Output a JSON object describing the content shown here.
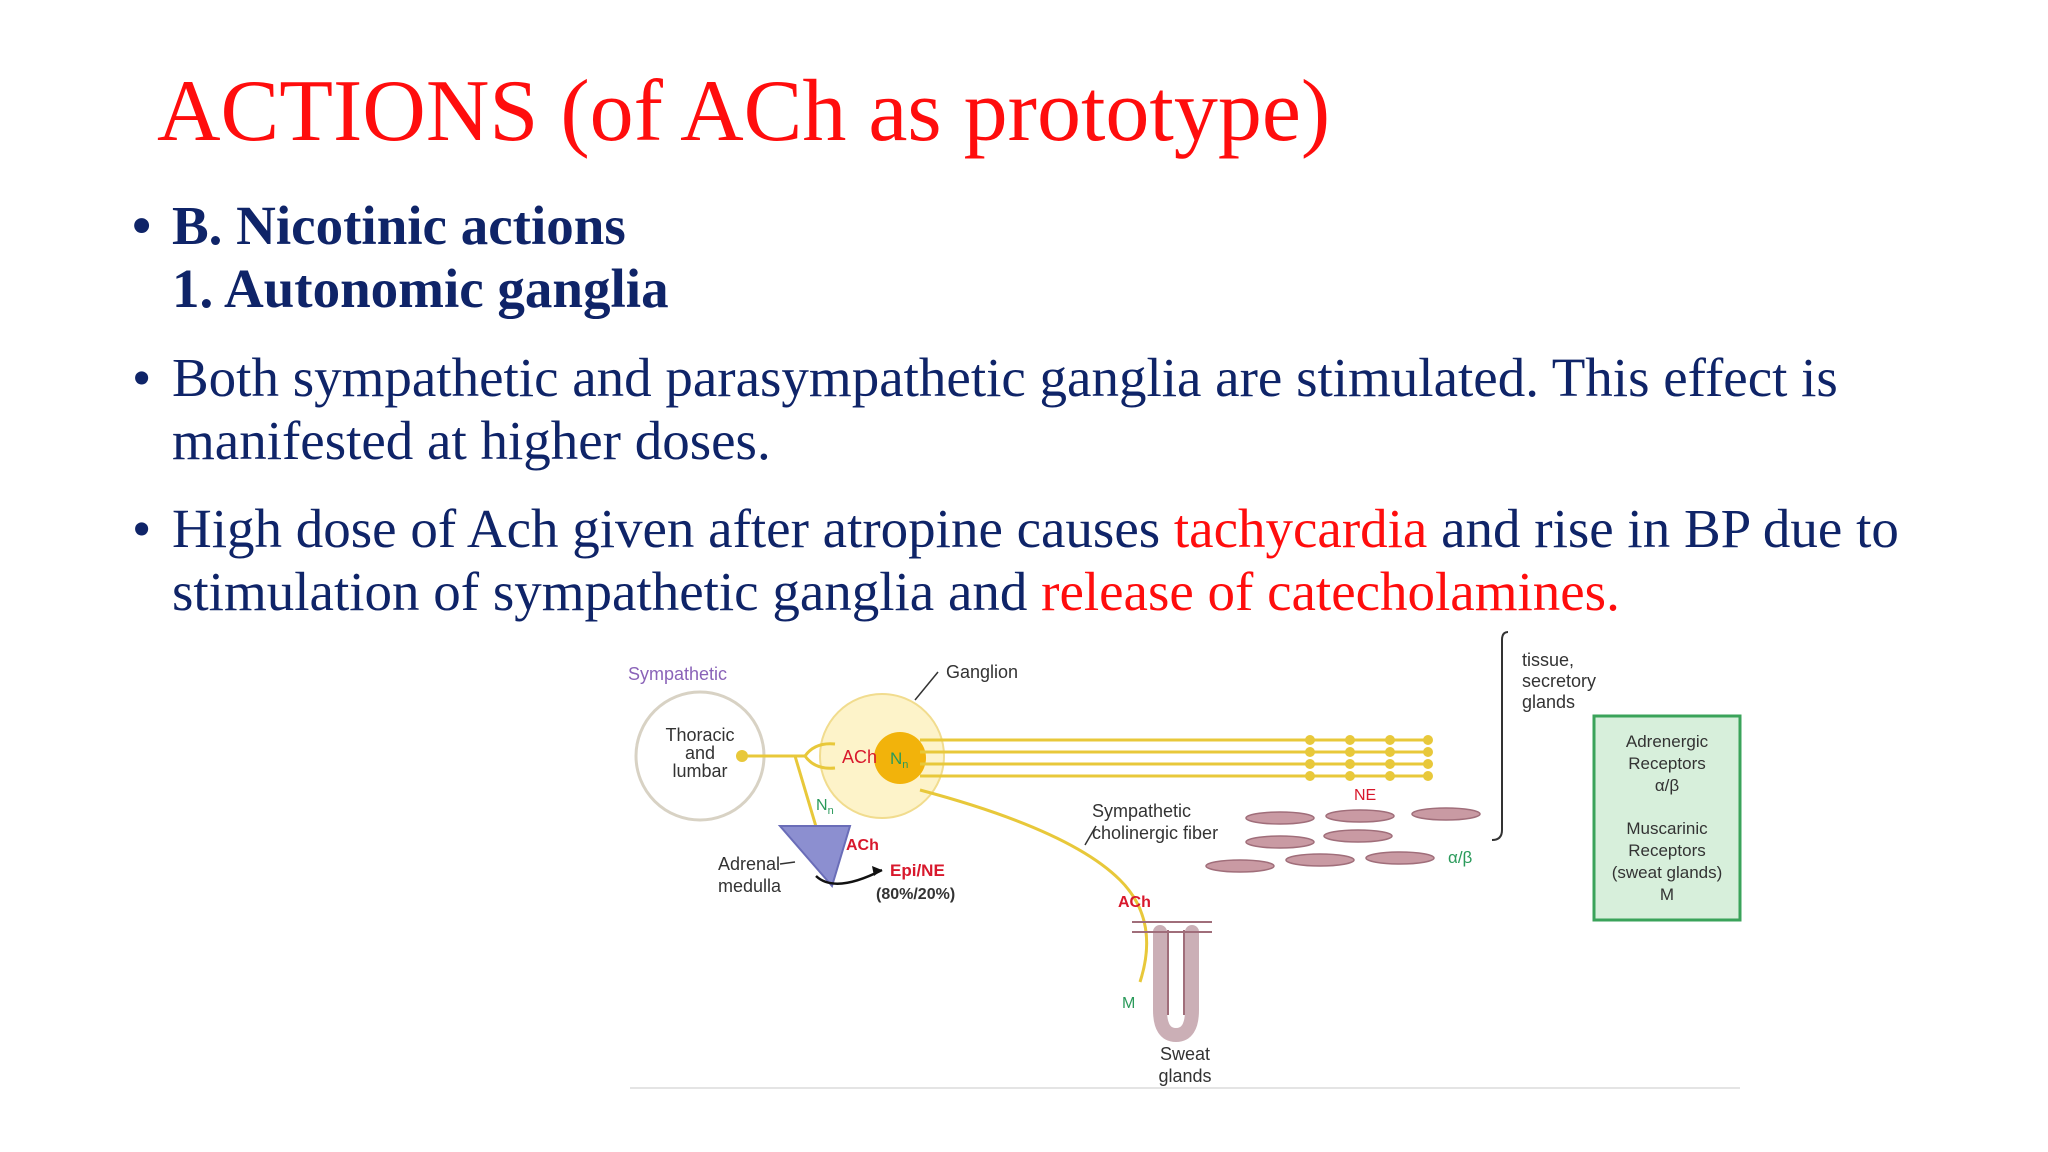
{
  "slide": {
    "title": "ACTIONS (of ACh as prototype)",
    "bullets": {
      "b1": {
        "marker": "•",
        "line1": "B. Nicotinic actions",
        "line2": "1. Autonomic ganglia"
      },
      "b2": {
        "marker": "•",
        "text": "Both sympathetic and parasympathetic ganglia are stimulated. This effect is manifested at higher doses."
      },
      "b3": {
        "marker": "•",
        "t1": "High dose of Ach given after atropine causes ",
        "t2": "tachycardia",
        "t3": " and rise in BP due to stimulation of sympathetic ganglia and ",
        "t4": "release of catecholamines."
      }
    }
  },
  "figure": {
    "sympathetic": "Sympathetic",
    "thoracic": [
      "Thoracic",
      "and",
      "lumbar"
    ],
    "ganglion": "Ganglion",
    "ach_ganglion": "ACh",
    "nn": "N",
    "nn_sub": "n",
    "nn_label": "N",
    "nn_label_sub": "n",
    "ach_adrenal": "ACh",
    "adrenal": [
      "Adrenal",
      "medulla"
    ],
    "epi_ne": "Epi/NE",
    "percent": "(80%/20%)",
    "symp_chol": [
      "Sympathetic",
      "cholinergic fiber"
    ],
    "ne": "NE",
    "alpha_beta": "α/β",
    "ach_sweat": "ACh",
    "m": "M",
    "sweat": [
      "Sweat",
      "glands"
    ],
    "tissue": [
      "tissue,",
      "secretory",
      "glands"
    ],
    "box": {
      "adrenergic": [
        "Adrenergic",
        "Receptors",
        "α/β"
      ],
      "muscarinic": [
        "Muscarinic",
        "Receptors",
        "(sweat glands)",
        "M"
      ]
    },
    "colors": {
      "fiber": "#e8c83a",
      "ganglion_fill": "#fdf3c9",
      "adrenal": "#8c8fd0",
      "box_stroke": "#3aa35a",
      "box_fill": "#d7efdb",
      "cells": "#c99aa3",
      "label_red": "#d8182c",
      "label_green": "#2a9a5a",
      "label_purple": "#8a63b8"
    }
  }
}
